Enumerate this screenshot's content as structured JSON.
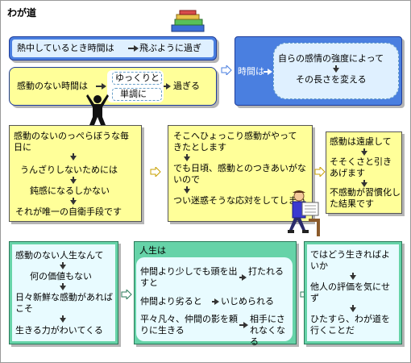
{
  "title": "わが道",
  "colors": {
    "blue": "#4a7fe0",
    "yellow": "#ffff99",
    "green": "#66d3a8",
    "lightblue": "#dff0ff",
    "cyan_panel": "#e8fbff"
  },
  "row1": {
    "top_left": {
      "part1": "熱中しているとき時間は",
      "part2": "飛ぶように過ぎ"
    },
    "bottom_left": {
      "part1": "感動のない時間は",
      "opt1": "ゆっくりと",
      "opt2": "単調に",
      "part2": "過ぎる"
    },
    "right": {
      "label": "時間は",
      "line1": "自らの感情の強度によって",
      "line2": "その長さを変える"
    }
  },
  "row2": {
    "left": {
      "item1": "感動のないのっぺらぼうな毎日に",
      "item2": "うんざりしないためには",
      "item3": "鈍感になるしかない",
      "item4": "それが唯一の自衛手段です"
    },
    "middle": {
      "item1": "そこへひょっこり感動がやってきたとします",
      "item2": "でも日頃、感動とのつきあいがないので",
      "item3": "つい迷惑そうな応対をしてしまう"
    },
    "right": {
      "item1": "感動は遠慮して",
      "item2": "そそくさと引きあげます",
      "item3": "不感動が習慣化した結果です"
    }
  },
  "row3": {
    "left": {
      "item1": "感動のない人生なんて",
      "item2": "何の価値もない",
      "item3": "日々新鮮な感動があればこそ",
      "item4": "生きる力がわいてくる"
    },
    "middle": {
      "label": "人生は",
      "r1a": "仲間より少しでも頭を出すと",
      "r1b": "打たれる",
      "r2a": "仲間より劣ると",
      "r2b": "いじめられる",
      "r3a": "平々凡々、仲間の影を頼りに生きる",
      "r3b": "相手にされなくなる"
    },
    "right": {
      "item1": "ではどう生きればよいか",
      "item2": "他人の評価を気にせず",
      "item3": "ひたすら、わが道を行くことだ"
    }
  }
}
